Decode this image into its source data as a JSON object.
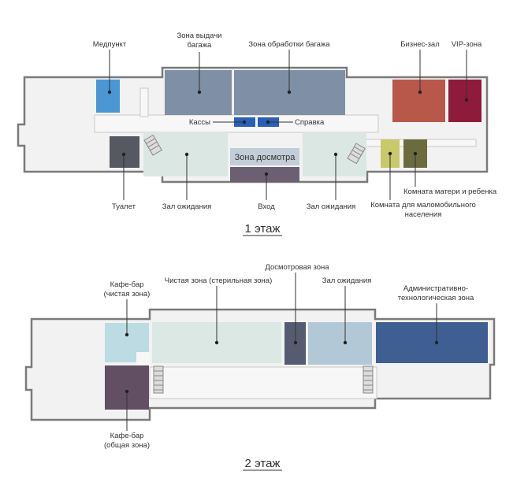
{
  "floor1": {
    "title": "1 этаж",
    "labels": {
      "medpunkt": "Медпункт",
      "baggage_claim_l1": "Зона выдачи",
      "baggage_claim_l2": "багажа",
      "baggage_processing": "Зона обработки багажа",
      "business_hall": "Бизнес-зал",
      "vip": "VIP-зона",
      "kassy": "Кассы",
      "spravka": "Справка",
      "screening": "Зона досмотра",
      "toilet": "Туалет",
      "waiting_left": "Зал ожидания",
      "entrance": "Вход",
      "waiting_right": "Зал ожидания",
      "mother_child": "Комната матери и ребенка",
      "reduced_mobility_l1": "Комната для маломобильного",
      "reduced_mobility_l2": "населения"
    }
  },
  "floor2": {
    "title": "2 этаж",
    "labels": {
      "cafe_clean_l1": "Кафе-бар",
      "cafe_clean_l2": "(чистая зона)",
      "clean_zone": "Чистая зона (стерильная зона)",
      "screening": "Досмотровая зона",
      "waiting": "Зал ожидания",
      "admin_l1": "Административно-",
      "admin_l2": "технологическая зона",
      "cafe_public_l1": "Кафе-бар",
      "cafe_public_l2": "(общая зона)"
    }
  },
  "colors": {
    "medpunkt": "#4a97d4",
    "baggage": "#7f8fa6",
    "business": "#b7584a",
    "vip": "#8e1b3a",
    "counters": "#2a5fb8",
    "screening1": "#c2cdd8",
    "entrance": "#6b5f73",
    "toilet": "#565862",
    "waiting1": "#dbe7e2",
    "yellow": "#c8c96a",
    "olive": "#6b6b3e",
    "cafe_clean": "#bcdbe2",
    "clean_zone": "#dbe8e4",
    "screening2": "#555c72",
    "waiting2": "#b3c8d6",
    "admin": "#3f5f92",
    "cafe_public": "#634f64"
  }
}
